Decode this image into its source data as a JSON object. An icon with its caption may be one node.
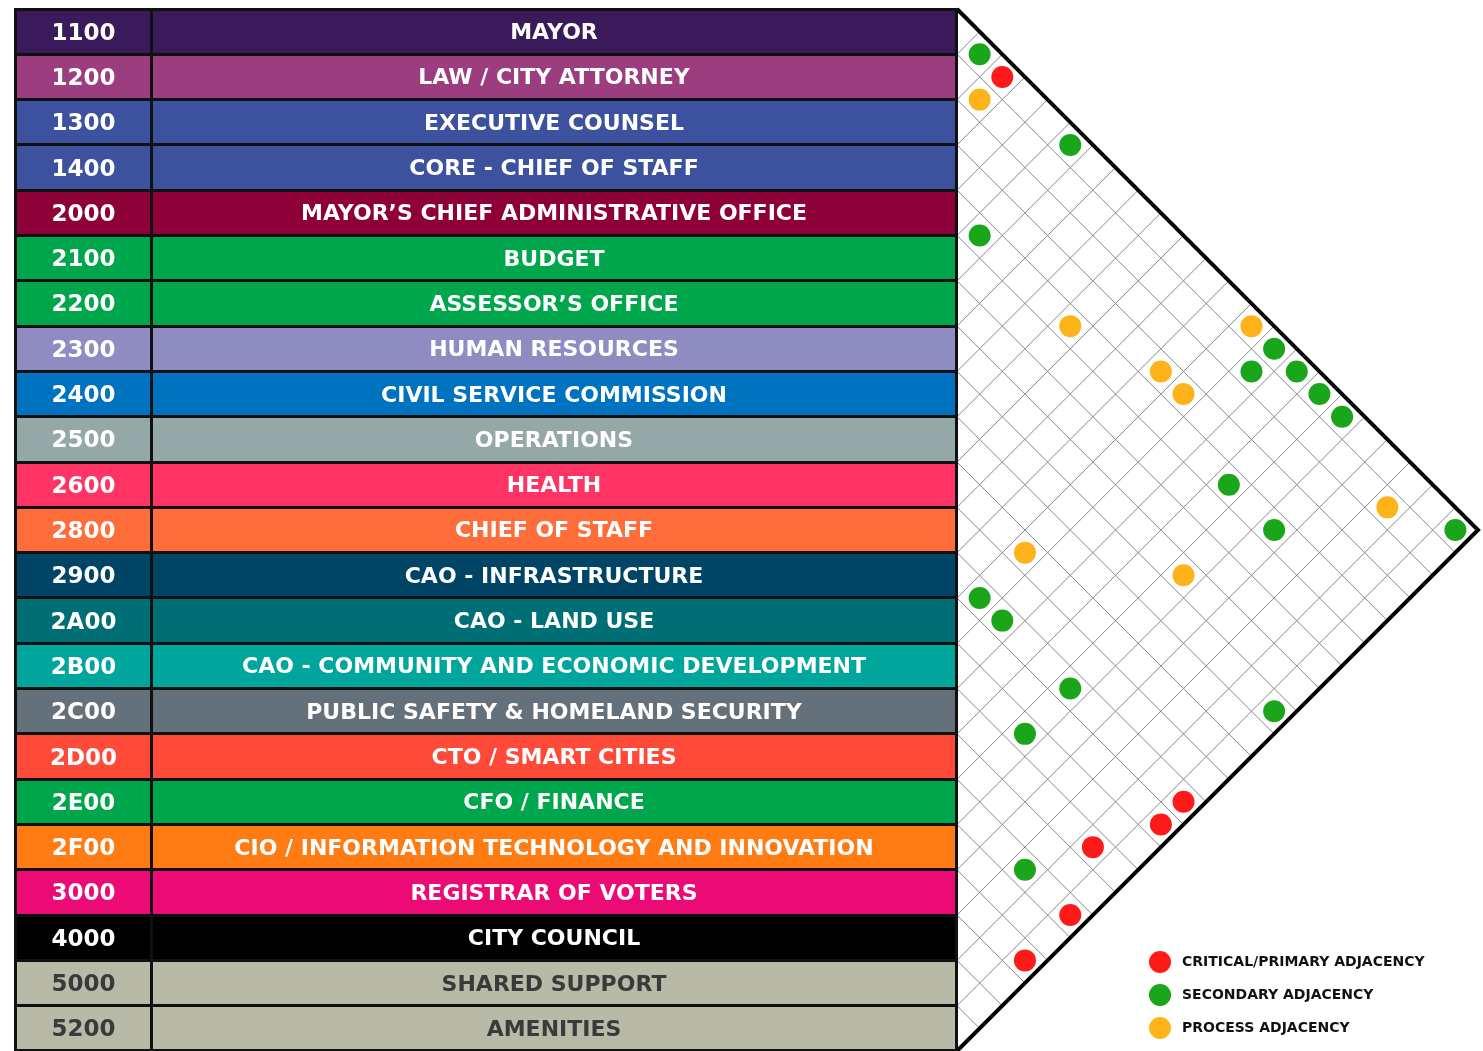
{
  "diagram": {
    "nodes": [
      {
        "text": [],
        "shape": "circle"
      },
      {
        "text": [],
        "shape": "circle"
      },
      {
        "text": [],
        "shape": "circle"
      },
      {
        "text": [],
        "shape": "circle"
      },
      {
        "text": [],
        "shape": "circle"
      },
      {
        "text": [],
        "shape": "circle"
      },
      {
        "text": [],
        "shape": "circle"
      },
      {
        "text": [],
        "shape": "circle"
      },
      {
        "text": [],
        "shape": "circle"
      },
      {
        "text": [],
        "shape": "circle"
      },
      {
        "text": [],
        "shape": "circle"
      },
      {
        "text": [],
        "shape": "circle"
      },
      {
        "text": [],
        "shape": "circle"
      },
      {
        "text": [],
        "shape": "circle"
      },
      {
        "text": [],
        "shape": "circle"
      },
      {
        "text": [],
        "shape": "circle"
      },
      {
        "text": [],
        "shape": "circle"
      },
      {
        "text": [],
        "shape": "circle"
      },
      {
        "text": [],
        "shape": "circle"
      },
      {
        "text": [],
        "shape": "circle"
      },
      {
        "text": [],
        "shape": "circle"
      },
      {
        "text": [],
        "shape": "circle"
      },
      {
        "text": [],
        "shape": "circle"
      },
      {
        "text": [],
        "shape": "circle"
      },
      {
        "text": [],
        "shape": "circle"
      },
      {
        "text": [],
        "shape": "circle"
      },
      {
        "text": [],
        "shape": "circle"
      },
      {
        "text": [],
        "shape": "circle"
      },
      {
        "text": [],
        "shape": "circle"
      },
      {
        "text": [],
        "shape": "circle"
      },
      {
        "text": [],
        "shape": "circle"
      }
    ],
    "labels": [
      "1100",
      "MAYOR",
      "1200",
      "LAW / CITY ATTORNEY",
      "1300",
      "EXECUTIVE COUNSEL",
      "1400",
      "CORE - CHIEF OF STAFF",
      "2000",
      "MAYOR’S CHIEF ADMINISTRATIVE OFFICE",
      "2100",
      "BUDGET",
      "2200",
      "ASSESSOR’S OFFICE",
      "2300",
      "HUMAN RESOURCES",
      "2400",
      "CIVIL SERVICE COMMISSION",
      "2500",
      "OPERATIONS",
      "2600",
      "HEALTH",
      "2800",
      "CHIEF OF STAFF",
      "2900",
      "CAO - INFRASTRUCTURE",
      "2A00",
      "CAO - LAND USE",
      "2B00",
      "CAO - COMMUNITY AND ECONOMIC DEVELOPMENT",
      "2C00",
      "PUBLIC SAFETY & HOMELAND SECURITY",
      "2D00",
      "CTO / SMART CITIES",
      "2E00",
      "CFO / FINANCE",
      "2F00",
      "CIO / INFORMATION TECHNOLOGY AND INNOVATION",
      "3000",
      "REGISTRAR OF VOTERS",
      "4000",
      "CITY COUNCIL",
      "5000",
      "SHARED SUPPORT",
      "5200",
      "AMENITIES"
    ],
    "legend": [
      {
        "text": "CRITICAL/PRIMARY ADJACENCY",
        "color": "#ff1a1a"
      },
      {
        "text": "SECONDARY ADJACENCY",
        "color": "#1aa61a"
      },
      {
        "text": "PROCESS ADJACENCY",
        "color": "#ffb31a"
      }
    ]
  }
}
